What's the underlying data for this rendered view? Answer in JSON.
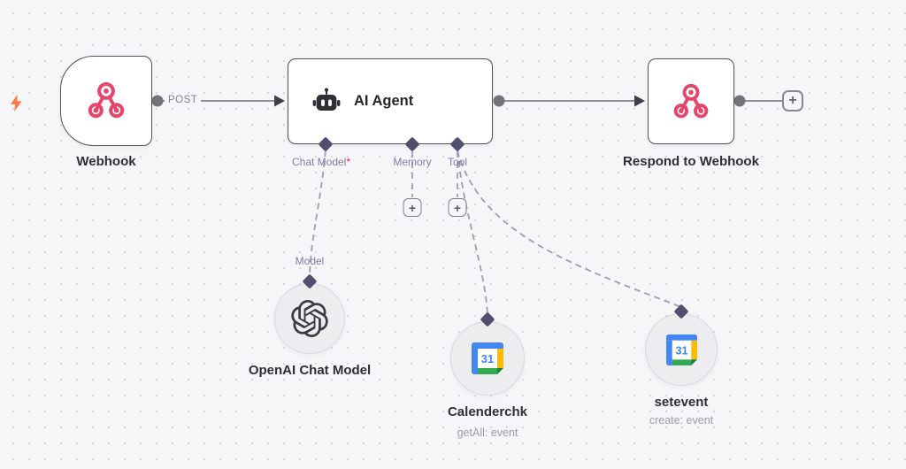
{
  "ui": {
    "plus": "+",
    "required_marker": "*"
  },
  "nodes": {
    "webhook": {
      "label": "Webhook",
      "method": "POST"
    },
    "ai_agent": {
      "label": "AI Agent",
      "ports": {
        "chat_model": "Chat Model",
        "memory": "Memory",
        "tool": "Tool"
      }
    },
    "respond_webhook": {
      "label": "Respond to Webhook"
    },
    "openai_chat_model": {
      "label": "OpenAI Chat Model",
      "port_label": "Model"
    },
    "calenderchk": {
      "label": "Calenderchk",
      "subtitle": "getAll: event"
    },
    "setevent": {
      "label": "setevent",
      "subtitle": "create: event"
    }
  },
  "icons": {
    "calendar_day": "31"
  },
  "colors": {
    "canvas_bg": "#f6f6f8",
    "webhook_pink": "#e4466c",
    "trigger_orange": "#fa7a45",
    "node_border": "#51515a",
    "connector_slate": "#50506e",
    "wire_gray": "#8f8f96",
    "dashed_purple": "#9d9db5",
    "required_red": "#e0245e"
  }
}
